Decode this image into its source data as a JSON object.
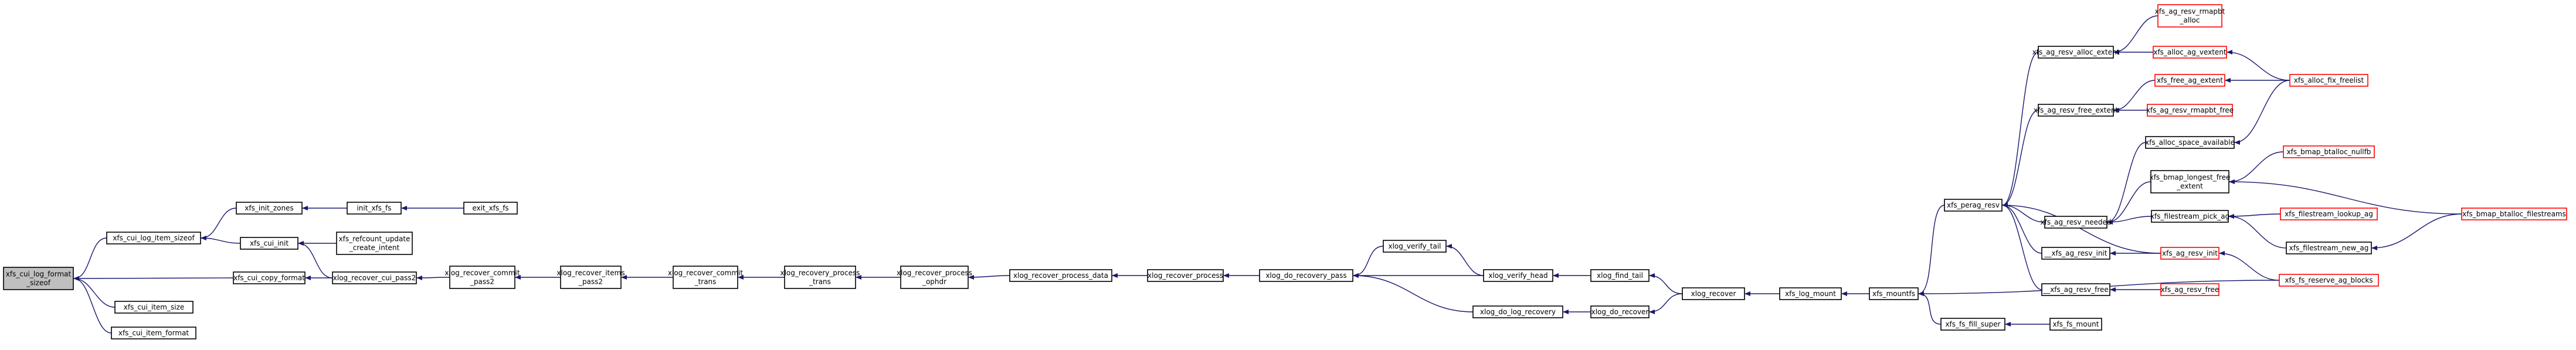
{
  "colors": {
    "node_fill": "#ffffff",
    "node_border": "#000000",
    "root_fill": "#bfbfbf",
    "truncated_border": "#ff0000",
    "edge": "#191970"
  },
  "nodes": {
    "root": [
      "xfs_cui_log_format",
      "_sizeof"
    ],
    "cui_log_item_sizeof": [
      "xfs_cui_log_item_sizeof"
    ],
    "cui_item_size": [
      "xfs_cui_item_size"
    ],
    "cui_item_format": [
      "xfs_cui_item_format"
    ],
    "init_zones": [
      "xfs_init_zones"
    ],
    "cui_init": [
      "xfs_cui_init"
    ],
    "cui_copy_format": [
      "xfs_cui_copy_format"
    ],
    "init_xfs_fs": [
      "init_xfs_fs"
    ],
    "exit_xfs_fs": [
      "exit_xfs_fs"
    ],
    "refcount_update": [
      "xfs_refcount_update",
      "_create_intent"
    ],
    "recover_cui_pass2": [
      "xlog_recover_cui_pass2"
    ],
    "commit_pass2": [
      "xlog_recover_commit",
      "_pass2"
    ],
    "items_pass2": [
      "xlog_recover_items",
      "_pass2"
    ],
    "commit_trans": [
      "xlog_recover_commit",
      "_trans"
    ],
    "process_trans": [
      "xlog_recovery_process",
      "_trans"
    ],
    "process_ophdr": [
      "xlog_recover_process",
      "_ophdr"
    ],
    "process_data": [
      "xlog_recover_process_data"
    ],
    "recover_process": [
      "xlog_recover_process"
    ],
    "do_recovery_pass": [
      "xlog_do_recovery_pass"
    ],
    "verify_tail": [
      "xlog_verify_tail"
    ],
    "verify_head": [
      "xlog_verify_head"
    ],
    "do_log_recovery": [
      "xlog_do_log_recovery"
    ],
    "find_tail": [
      "xlog_find_tail"
    ],
    "do_recover": [
      "xlog_do_recover"
    ],
    "xlog_recover": [
      "xlog_recover"
    ],
    "log_mount": [
      "xfs_log_mount"
    ],
    "mountfs": [
      "xfs_mountfs"
    ],
    "perag_resv": [
      "xfs_perag_resv"
    ],
    "fs_fill_super": [
      "xfs_fs_fill_super"
    ],
    "fs_mount": [
      "xfs_fs_mount"
    ],
    "ag_resv_alloc_extent": [
      "xfs_ag_resv_alloc_extent"
    ],
    "ag_resv_free_extent": [
      "xfs_ag_resv_free_extent"
    ],
    "ag_resv_needed": [
      "xfs_ag_resv_needed"
    ],
    "ag_resv_init_u": [
      "__xfs_ag_resv_init"
    ],
    "ag_resv_free_u": [
      "__xfs_ag_resv_free"
    ],
    "ag_resv_rmapbt_alloc": [
      "xfs_ag_resv_rmapbt",
      "_alloc"
    ],
    "alloc_ag_vextent": [
      "xfs_alloc_ag_vextent"
    ],
    "free_ag_extent": [
      "xfs_free_ag_extent"
    ],
    "ag_resv_rmapbt_free": [
      "xfs_ag_resv_rmapbt_free"
    ],
    "alloc_space_available": [
      "xfs_alloc_space_available"
    ],
    "bmap_longest_free": [
      "xfs_bmap_longest_free",
      "_extent"
    ],
    "filestream_pick_ag": [
      "xfs_filestream_pick_ag"
    ],
    "ag_resv_init": [
      "xfs_ag_resv_init"
    ],
    "ag_resv_free": [
      "xfs_ag_resv_free"
    ],
    "alloc_fix_freelist": [
      "xfs_alloc_fix_freelist"
    ],
    "bmap_btalloc_nullfb": [
      "xfs_bmap_btalloc_nullfb"
    ],
    "filestream_lookup_ag": [
      "xfs_filestream_lookup_ag"
    ],
    "filestream_new_ag": [
      "xfs_filestream_new_ag"
    ],
    "bmap_btalloc_filestreams": [
      "xfs_bmap_btalloc_filestreams"
    ],
    "fs_reserve_ag_blocks": [
      "xfs_fs_reserve_ag_blocks"
    ]
  },
  "truncated": [
    "ag_resv_rmapbt_alloc",
    "alloc_ag_vextent",
    "free_ag_extent",
    "ag_resv_rmapbt_free",
    "ag_resv_init",
    "ag_resv_free",
    "alloc_fix_freelist",
    "bmap_btalloc_nullfb",
    "filestream_lookup_ag",
    "bmap_btalloc_filestreams",
    "fs_reserve_ag_blocks"
  ],
  "edges": [
    [
      "cui_log_item_sizeof",
      "root"
    ],
    [
      "cui_item_size",
      "root"
    ],
    [
      "cui_item_format",
      "root"
    ],
    [
      "cui_copy_format",
      "root"
    ],
    [
      "init_zones",
      "cui_log_item_sizeof"
    ],
    [
      "cui_init",
      "cui_log_item_sizeof"
    ],
    [
      "init_xfs_fs",
      "init_zones"
    ],
    [
      "exit_xfs_fs",
      "init_xfs_fs"
    ],
    [
      "refcount_update",
      "cui_init"
    ],
    [
      "recover_cui_pass2",
      "cui_init"
    ],
    [
      "recover_cui_pass2",
      "cui_copy_format"
    ],
    [
      "commit_pass2",
      "recover_cui_pass2"
    ],
    [
      "items_pass2",
      "commit_pass2"
    ],
    [
      "commit_trans",
      "items_pass2"
    ],
    [
      "process_trans",
      "commit_trans"
    ],
    [
      "process_ophdr",
      "process_trans"
    ],
    [
      "process_data",
      "process_ophdr"
    ],
    [
      "recover_process",
      "process_data"
    ],
    [
      "do_recovery_pass",
      "recover_process"
    ],
    [
      "verify_tail",
      "do_recovery_pass"
    ],
    [
      "verify_head",
      "do_recovery_pass"
    ],
    [
      "do_log_recovery",
      "do_recovery_pass"
    ],
    [
      "verify_head",
      "verify_tail"
    ],
    [
      "find_tail",
      "verify_head"
    ],
    [
      "do_recover",
      "do_log_recovery"
    ],
    [
      "xlog_recover",
      "find_tail"
    ],
    [
      "xlog_recover",
      "do_recover"
    ],
    [
      "log_mount",
      "xlog_recover"
    ],
    [
      "mountfs",
      "log_mount"
    ],
    [
      "perag_resv",
      "mountfs"
    ],
    [
      "fs_fill_super",
      "mountfs"
    ],
    [
      "fs_mount",
      "fs_fill_super"
    ],
    [
      "fs_reserve_ag_blocks",
      "mountfs"
    ],
    [
      "ag_resv_alloc_extent",
      "perag_resv"
    ],
    [
      "ag_resv_free_extent",
      "perag_resv"
    ],
    [
      "ag_resv_needed",
      "perag_resv"
    ],
    [
      "ag_resv_init_u",
      "perag_resv"
    ],
    [
      "ag_resv_free_u",
      "perag_resv"
    ],
    [
      "ag_resv_init",
      "perag_resv"
    ],
    [
      "ag_resv_rmapbt_alloc",
      "ag_resv_alloc_extent"
    ],
    [
      "alloc_ag_vextent",
      "ag_resv_alloc_extent"
    ],
    [
      "free_ag_extent",
      "ag_resv_free_extent"
    ],
    [
      "ag_resv_rmapbt_free",
      "ag_resv_free_extent"
    ],
    [
      "alloc_space_available",
      "ag_resv_needed"
    ],
    [
      "bmap_longest_free",
      "ag_resv_needed"
    ],
    [
      "filestream_pick_ag",
      "ag_resv_needed"
    ],
    [
      "ag_resv_init",
      "ag_resv_init_u"
    ],
    [
      "ag_resv_free",
      "ag_resv_free_u"
    ],
    [
      "alloc_fix_freelist",
      "alloc_ag_vextent"
    ],
    [
      "alloc_fix_freelist",
      "free_ag_extent"
    ],
    [
      "alloc_fix_freelist",
      "alloc_space_available"
    ],
    [
      "bmap_btalloc_nullfb",
      "bmap_longest_free"
    ],
    [
      "bmap_btalloc_filestreams",
      "bmap_longest_free"
    ],
    [
      "filestream_lookup_ag",
      "filestream_pick_ag"
    ],
    [
      "filestream_new_ag",
      "filestream_pick_ag"
    ],
    [
      "bmap_btalloc_filestreams",
      "filestream_new_ag"
    ],
    [
      "fs_reserve_ag_blocks",
      "ag_resv_init"
    ]
  ]
}
